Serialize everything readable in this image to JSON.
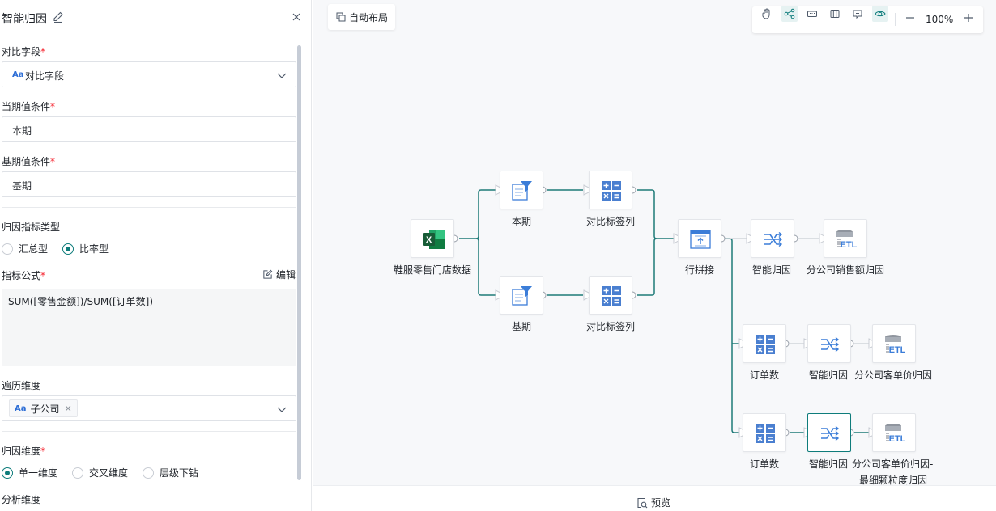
{
  "panel": {
    "title": "智能归因",
    "compare_field": {
      "label": "对比字段",
      "value": "对比字段"
    },
    "current_condition": {
      "label": "当期值条件",
      "value": "本期"
    },
    "base_condition": {
      "label": "基期值条件",
      "value": "基期"
    },
    "metric_type": {
      "label": "归因指标类型",
      "options": [
        "汇总型",
        "比率型"
      ],
      "selected": "比率型"
    },
    "formula": {
      "label": "指标公式",
      "edit_label": "编辑",
      "value": "SUM([零售金额])/SUM([订单数])"
    },
    "traverse_dimension": {
      "label": "遍历维度",
      "tag": "子公司"
    },
    "attribution_dimension": {
      "label": "归因维度",
      "options": [
        "单一维度",
        "交叉维度",
        "层级下钻"
      ],
      "selected": "单一维度"
    },
    "analysis_dimension": {
      "label": "分析维度"
    }
  },
  "canvas": {
    "auto_layout_label": "自动布局",
    "zoom": "100%",
    "nodes": {
      "source": "鞋服零售门店数据",
      "filter_current": "本期",
      "filter_base": "基期",
      "calc_current": "对比标签列",
      "calc_base": "对比标签列",
      "union": "行拼接",
      "ai_1": "智能归因",
      "out_1": "分公司销售额归因",
      "calc_orders_1": "订单数",
      "ai_2": "智能归因",
      "out_2": "分公司客单价归因",
      "calc_orders_2": "订单数",
      "ai_3": "智能归因",
      "out_3_line1": "分公司客单价归因-",
      "out_3_line2": "最细颗粒度归因"
    }
  },
  "footer": {
    "preview_label": "预览"
  },
  "colors": {
    "accent": "#0e7c7b",
    "required": "#f5222d",
    "icon_blue": "#2f6fd6"
  }
}
